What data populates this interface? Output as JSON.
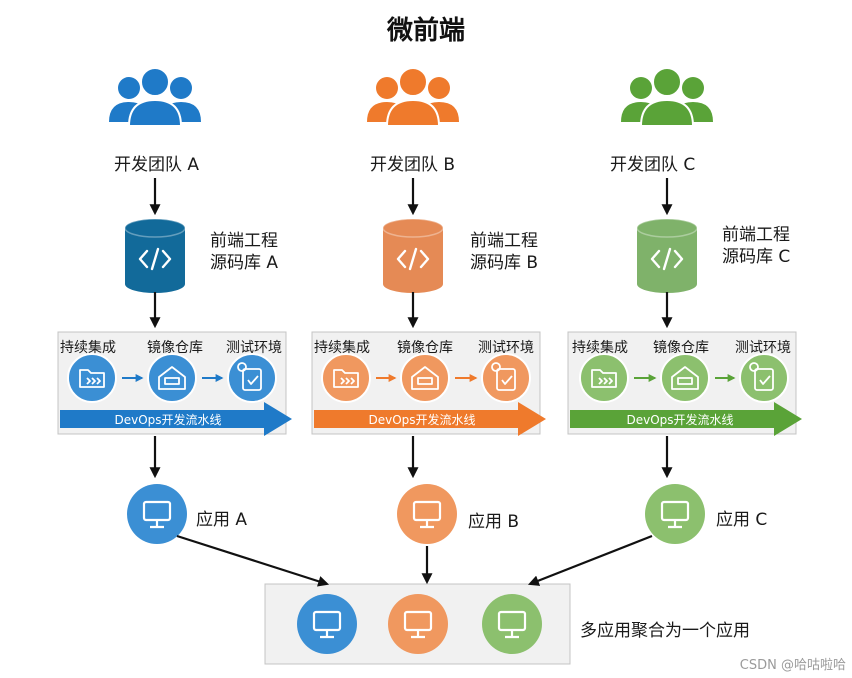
{
  "title": "微前端",
  "colors": {
    "a": "#1f7ac8",
    "a_light": "#3b8fd4",
    "a_db": "#126a9a",
    "b": "#ef7a2c",
    "b_light": "#f0985f",
    "b_db": "#e58a55",
    "c": "#5aa338",
    "c_light": "#8cc06e",
    "c_db": "#7fb26a",
    "panel_bg": "#f1f1f1",
    "panel_border": "#c4c4c4",
    "arrow": "#111111"
  },
  "columns": [
    {
      "key": "a",
      "team_icon": "people-group-icon",
      "team_label": "开发团队 A",
      "repo_label_line1": "前端工程",
      "repo_label_line2": "源码库 A",
      "stages": [
        "持续集成",
        "镜像仓库",
        "测试环境"
      ],
      "pipeline_label": "DevOps开发流水线",
      "app_label": "应用 A"
    },
    {
      "key": "b",
      "team_icon": "people-group-icon",
      "team_label": "开发团队 B",
      "repo_label_line1": "前端工程",
      "repo_label_line2": "源码库 B",
      "stages": [
        "持续集成",
        "镜像仓库",
        "测试环境"
      ],
      "pipeline_label": "DevOps开发流水线",
      "app_label": "应用 B"
    },
    {
      "key": "c",
      "team_icon": "people-group-icon",
      "team_label": "开发团队 C",
      "repo_label_line1": "前端工程",
      "repo_label_line2": "源码库 C",
      "stages": [
        "持续集成",
        "镜像仓库",
        "测试环境"
      ],
      "pipeline_label": "DevOps开发流水线",
      "app_label": "应用 C"
    }
  ],
  "aggregate_label": "多应用聚合为一个应用",
  "footer": "CSDN @哈咕啦哈"
}
